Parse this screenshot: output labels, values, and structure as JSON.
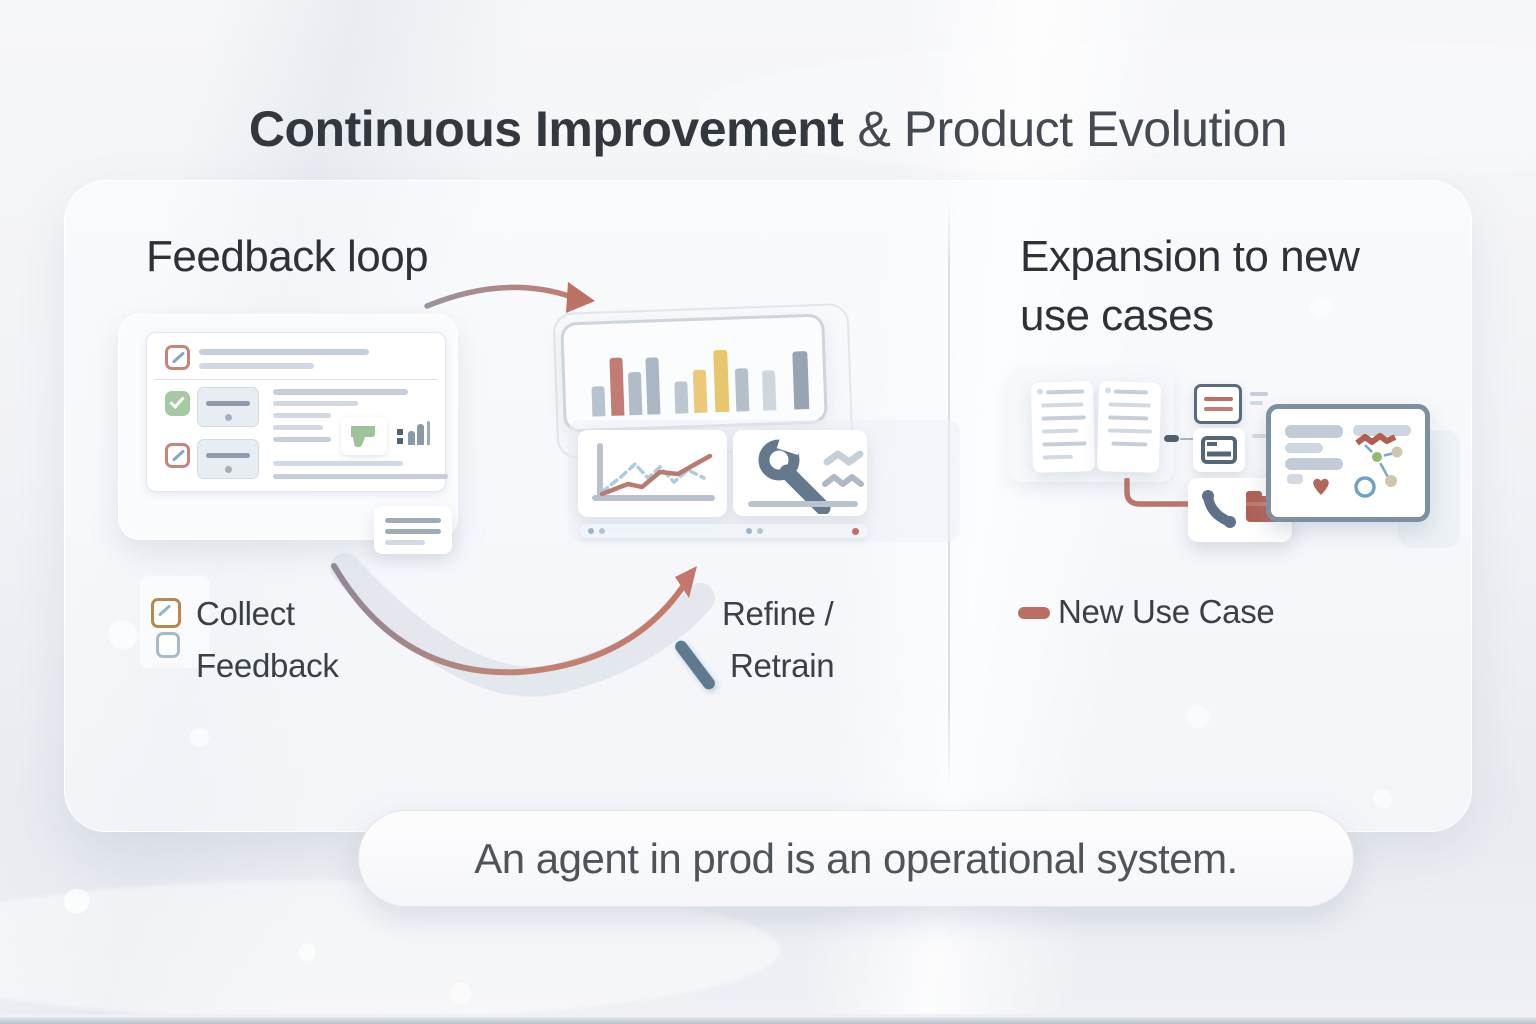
{
  "title": {
    "strong": "Continuous Improvement",
    "light": "& Product Evolution"
  },
  "left_panel": {
    "heading": "Feedback loop",
    "caption": {
      "line1": "Collect",
      "line2": "Feedback"
    }
  },
  "center": {
    "caption": {
      "line1": "Refine /",
      "line2": "Retrain"
    }
  },
  "right_panel": {
    "heading": {
      "line1": "Expansion to new",
      "line2": "use cases"
    },
    "legend": "New Use Case"
  },
  "footer": {
    "tagline": "An agent in prod is an operational system."
  },
  "icons": {
    "left_card": [
      "pencil-checkbox-icon",
      "check-checkbox-icon",
      "thumbs-icon",
      "mini-bar-chart-icon"
    ],
    "center": [
      "bar-chart-icon",
      "line-chart-icon",
      "wrench-icon",
      "curved-arrow-right-icon",
      "curved-arrow-up-icon",
      "pen-stroke-icon"
    ],
    "right": [
      "document-list-icon",
      "red-lines-card-icon",
      "tray-icon",
      "phone-icon",
      "folder-icon",
      "monitor-icon",
      "network-graph-icon",
      "heart-icon",
      "legend-dash"
    ]
  },
  "colors": {
    "accent_red": "#bb6f63",
    "accent_yellow": "#e9c874",
    "accent_green": "#a6c8a2",
    "accent_blue": "#7fa8c7",
    "slate": "#5d7a91",
    "ink": "#33383f",
    "line_gray": "#c6ceda"
  }
}
